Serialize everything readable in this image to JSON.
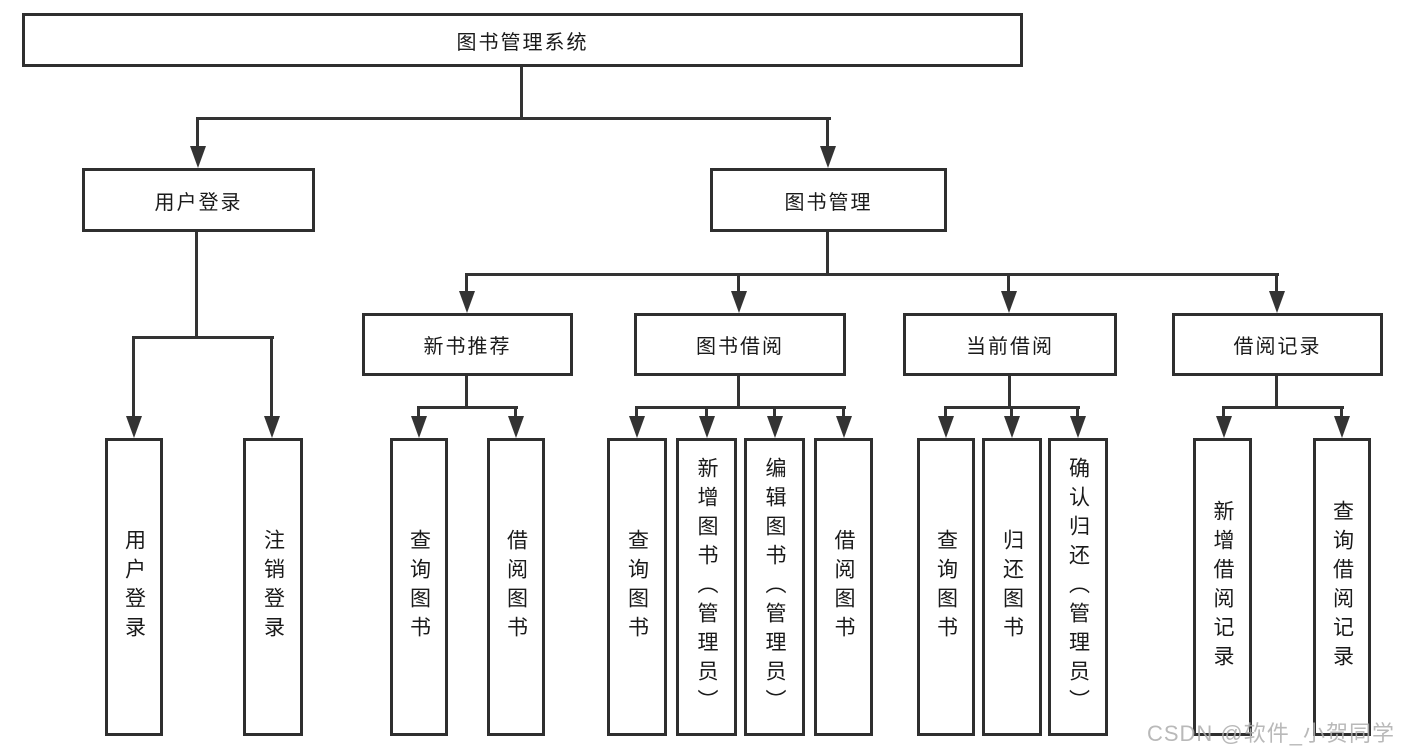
{
  "colors": {
    "line": "#333333",
    "node_border": "#2f2f2f",
    "text": "#1a1a1a",
    "watermark": "#b0b0b0",
    "background": "#ffffff"
  },
  "watermark": {
    "text": "CSDN @软件_小贺同学"
  },
  "diagram": {
    "type": "tree",
    "root": {
      "label": "图书管理系统",
      "children": [
        {
          "label": "用户登录",
          "children": [
            {
              "label": "用户登录"
            },
            {
              "label": "注销登录"
            }
          ]
        },
        {
          "label": "图书管理",
          "children": [
            {
              "label": "新书推荐",
              "children": [
                {
                  "label": "查询图书"
                },
                {
                  "label": "借阅图书"
                }
              ]
            },
            {
              "label": "图书借阅",
              "children": [
                {
                  "label": "查询图书"
                },
                {
                  "label": "新增图书（管理员）"
                },
                {
                  "label": "编辑图书（管理员）"
                },
                {
                  "label": "借阅图书"
                }
              ]
            },
            {
              "label": "当前借阅",
              "children": [
                {
                  "label": "查询图书"
                },
                {
                  "label": "归还图书"
                },
                {
                  "label": "确认归还（管理员）"
                }
              ]
            },
            {
              "label": "借阅记录",
              "children": [
                {
                  "label": "新增借阅记录"
                },
                {
                  "label": "查询借阅记录"
                }
              ]
            }
          ]
        }
      ]
    }
  }
}
